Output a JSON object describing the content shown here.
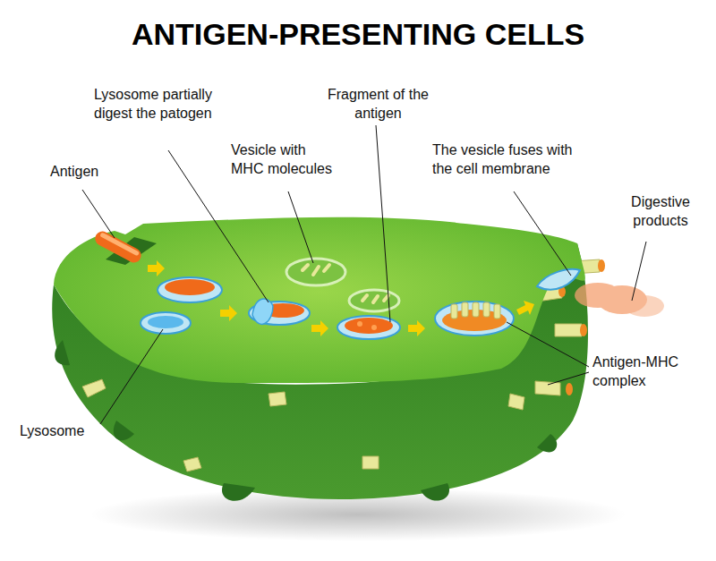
{
  "diagram": {
    "title": "ANTIGEN-PRESENTING CELLS",
    "labels": [
      "Lysosome partially digest the patogen",
      "Fragment of the antigen",
      "Vesicle with MHC molecules",
      "The vesicle fuses with the cell membrane",
      "Antigen",
      "Digestive products",
      "Antigen-MHC complex",
      "Lysosome"
    ]
  }
}
